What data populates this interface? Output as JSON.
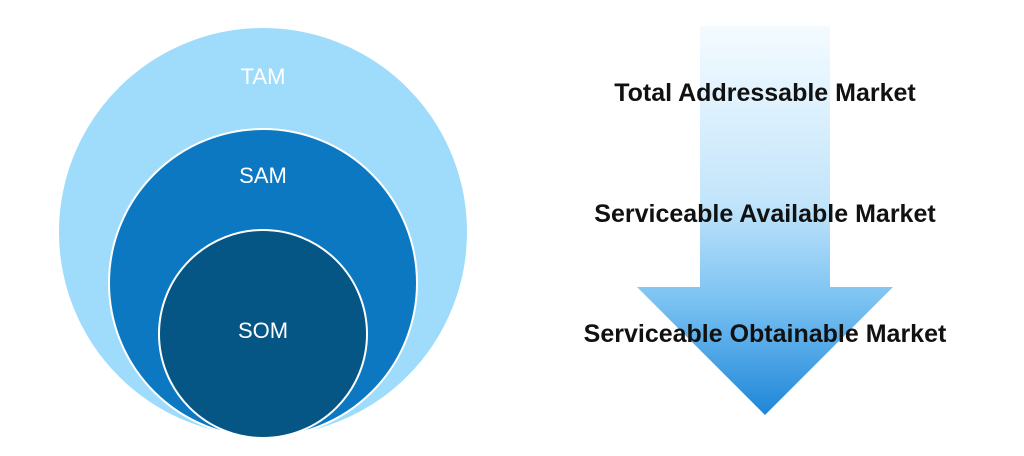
{
  "circles": {
    "tam": {
      "label": "TAM",
      "color": "#9fdcfb"
    },
    "sam": {
      "label": "SAM",
      "color": "#0c78c2"
    },
    "som": {
      "label": "SOM",
      "color": "#055585"
    },
    "stroke": "#ffffff"
  },
  "arrow": {
    "color_top": "#f4fbff",
    "color_bottom": "#1e86d8",
    "labels": {
      "tam": "Total Addressable Market",
      "sam": "Serviceable Available Market",
      "som": "Serviceable Obtainable Market"
    }
  }
}
